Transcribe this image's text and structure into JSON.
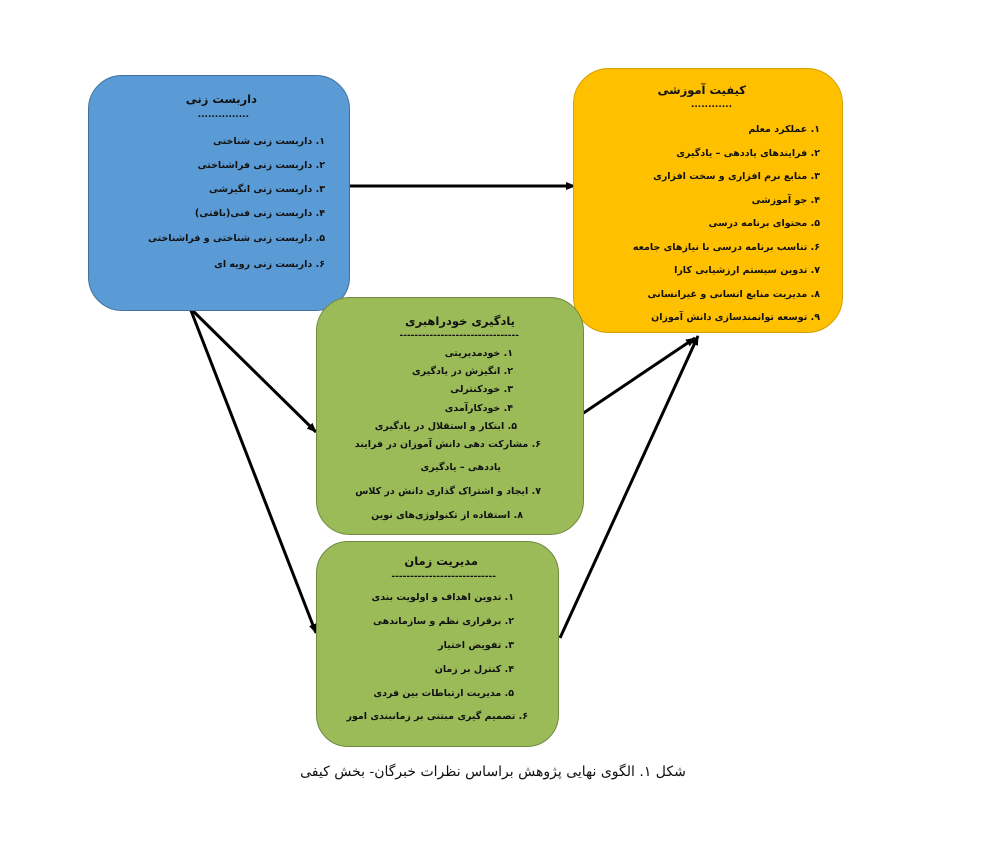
{
  "blue": {
    "title": "داربست زنی",
    "separator": "...............",
    "items": [
      "۱. داربست زنی شناختی",
      "۲. داربست زنی فراشناختی",
      "۳. داربست زنی انگیزشی",
      "۴. داربست زنی فنی(بافتی)",
      "۵. داربست زنی شناختی و فراشناختی",
      "۶. داربست زنی رویه ای"
    ]
  },
  "orange": {
    "title": "کیفیت آموزشی",
    "separator": "............",
    "items": [
      "۱. عملکرد معلم",
      "۲. فرایندهای یاددهی – یادگیری",
      "۳. منابع نرم افزاری و سخت افزاری",
      "۴. جو آموزشی",
      "۵. محتوای برنامه درسی",
      "۶. تناسب برنامه درسی با نیازهای جامعه",
      "۷. تدوین سیستم ارزشیابی کارا",
      "۸. مدیریت منابع انسانی و غیرانسانی",
      "۹. توسعه توانمندسازی دانش آموزان"
    ]
  },
  "green1": {
    "title": "یادگیری خودراهبری",
    "separator": "--------------------------------",
    "items": [
      "۱. خودمدیریتی",
      "۲. انگیزش در یادگیری",
      "۳. خودکنترلی",
      "۴. خودکارآمدی",
      "۵. ابتکار و استقلال در یادگیری",
      "۶. مشارکت دهی دانش آموزان در فرایند",
      "یاددهی – یادگیری",
      "۷. ایجاد و اشتراک گذاری دانش در کلاس",
      "۸. استفاده از تکنولوژی‌های نوین"
    ]
  },
  "green2": {
    "title": "مدیریت زمان",
    "separator": "----------------------------",
    "items": [
      "۱. تدوین اهداف و اولویت بندی",
      "۲. برقراری نظم و سازماندهی",
      "۳. تفویض اختیار",
      "۴. کنترل بر زمان",
      "۵. مدیریت ارتباطات بین فردی",
      "۶. تصمیم گیری مبتنی بر زمانبندی امور"
    ]
  },
  "caption": "شکل ۱. الگوی نهایی پژوهش براساس نظرات خبرگان- بخش کیفی"
}
